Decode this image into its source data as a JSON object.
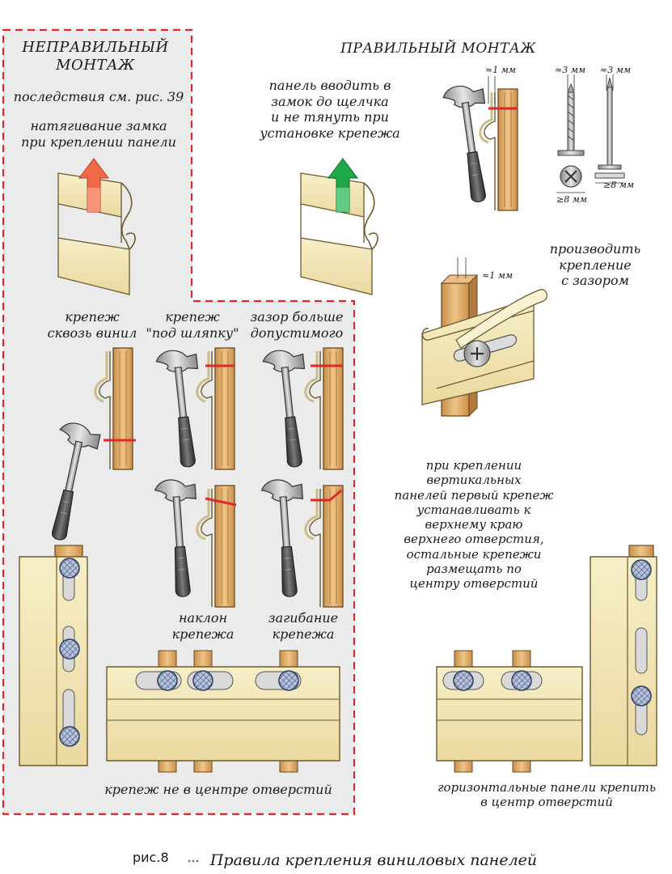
{
  "wrong": {
    "title_line1": "НЕПРАВИЛЬНЫЙ",
    "title_line2": "МОНТАЖ",
    "note": "последствия см. рис. 39",
    "tension_line1": "натягивание замка",
    "tension_line2": "при креплении панели",
    "through_vinyl_line1": "крепеж",
    "through_vinyl_line2": "сквозь винил",
    "under_head_line1": "крепеж",
    "under_head_line2": "\"под шляпку\"",
    "gap_too_big_line1": "зазор больше",
    "gap_too_big_line2": "допустимого",
    "tilt_line1": "наклон",
    "tilt_line2": "крепежа",
    "bend_line1": "загибание",
    "bend_line2": "крепежа",
    "off_center": "крепеж не в центре отверстий"
  },
  "right": {
    "title": "ПРАВИЛЬНЫЙ МОНТАЖ",
    "insert_line1": "панель вводить в",
    "insert_line2": "замок до щелчка",
    "insert_line3": "и не тянуть при",
    "insert_line4": "установке крепежа",
    "gap_1mm_a": "≈1 мм",
    "screw_3mm": "≈3 мм",
    "nail_3mm": "≈3 мм",
    "screw_8mm": "≥8 мм",
    "nail_8mm": "≥8 мм",
    "gap_1mm_b": "≈1 мм",
    "with_gap_line1": "производить",
    "with_gap_line2": "крепление",
    "with_gap_line3": "с  зазором",
    "vertical_line1": "при креплении",
    "vertical_line2": "вертикальных",
    "vertical_line3": "панелей первый крепеж",
    "vertical_line4": "устанавливать к",
    "vertical_line5": "верхнему краю",
    "vertical_line6": "верхнего отверстия,",
    "vertical_line7": "остальные крепежи",
    "vertical_line8": "размещать по",
    "vertical_line9": "центру отверстий",
    "horizontal_line1": "горизонтальные панели крепить",
    "horizontal_line2": "в центр отверстий"
  },
  "caption": {
    "fig": "рис.8",
    "text": "Правила крепления виниловых панелей"
  },
  "colors": {
    "wrong_zone_bg": "#ebebeb",
    "wrong_zone_border": "#e0282a",
    "panel": "#f4eab8",
    "panel_stroke": "#6b5a2e",
    "wood": "#e0b070",
    "fastener_marker": "#e0282a",
    "arrow_wrong": "#f06a4a",
    "arrow_right": "#1fa84a"
  }
}
